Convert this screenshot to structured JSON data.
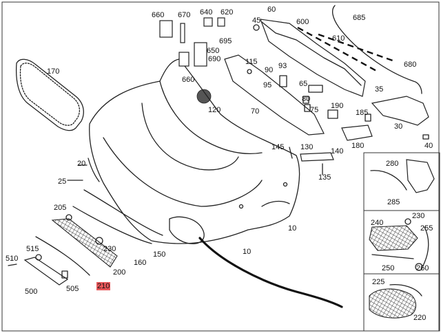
{
  "diagram": {
    "highlight_color": "#e8585b",
    "parts": [
      {
        "id": "660a",
        "label": "660"
      },
      {
        "id": "670",
        "label": "670"
      },
      {
        "id": "640",
        "label": "640"
      },
      {
        "id": "620",
        "label": "620"
      },
      {
        "id": "60",
        "label": "60"
      },
      {
        "id": "685",
        "label": "685"
      },
      {
        "id": "45",
        "label": "45"
      },
      {
        "id": "600",
        "label": "600"
      },
      {
        "id": "610",
        "label": "610"
      },
      {
        "id": "695",
        "label": "695"
      },
      {
        "id": "650",
        "label": "650"
      },
      {
        "id": "690",
        "label": "690"
      },
      {
        "id": "680",
        "label": "680"
      },
      {
        "id": "170",
        "label": "170"
      },
      {
        "id": "115",
        "label": "115"
      },
      {
        "id": "90",
        "label": "90"
      },
      {
        "id": "93",
        "label": "93"
      },
      {
        "id": "660b",
        "label": "660"
      },
      {
        "id": "95",
        "label": "95"
      },
      {
        "id": "65",
        "label": "65"
      },
      {
        "id": "35",
        "label": "35"
      },
      {
        "id": "80",
        "label": "80"
      },
      {
        "id": "75",
        "label": "75"
      },
      {
        "id": "190",
        "label": "190"
      },
      {
        "id": "120",
        "label": "120"
      },
      {
        "id": "70",
        "label": "70"
      },
      {
        "id": "185",
        "label": "185"
      },
      {
        "id": "30",
        "label": "30"
      },
      {
        "id": "40",
        "label": "40"
      },
      {
        "id": "145",
        "label": "145"
      },
      {
        "id": "130",
        "label": "130"
      },
      {
        "id": "140",
        "label": "140"
      },
      {
        "id": "180",
        "label": "180"
      },
      {
        "id": "20",
        "label": "20"
      },
      {
        "id": "135",
        "label": "135"
      },
      {
        "id": "280",
        "label": "280"
      },
      {
        "id": "25",
        "label": "25"
      },
      {
        "id": "285",
        "label": "285"
      },
      {
        "id": "205",
        "label": "205"
      },
      {
        "id": "230a",
        "label": "230"
      },
      {
        "id": "240",
        "label": "240"
      },
      {
        "id": "255",
        "label": "255"
      },
      {
        "id": "10a",
        "label": "10"
      },
      {
        "id": "230b",
        "label": "230"
      },
      {
        "id": "515",
        "label": "515"
      },
      {
        "id": "150",
        "label": "150"
      },
      {
        "id": "10b",
        "label": "10"
      },
      {
        "id": "250",
        "label": "250"
      },
      {
        "id": "510",
        "label": "510"
      },
      {
        "id": "160",
        "label": "160"
      },
      {
        "id": "260",
        "label": "260"
      },
      {
        "id": "200",
        "label": "200"
      },
      {
        "id": "500",
        "label": "500"
      },
      {
        "id": "505",
        "label": "505"
      },
      {
        "id": "210",
        "label": "210"
      },
      {
        "id": "225",
        "label": "225"
      },
      {
        "id": "220",
        "label": "220"
      }
    ]
  }
}
